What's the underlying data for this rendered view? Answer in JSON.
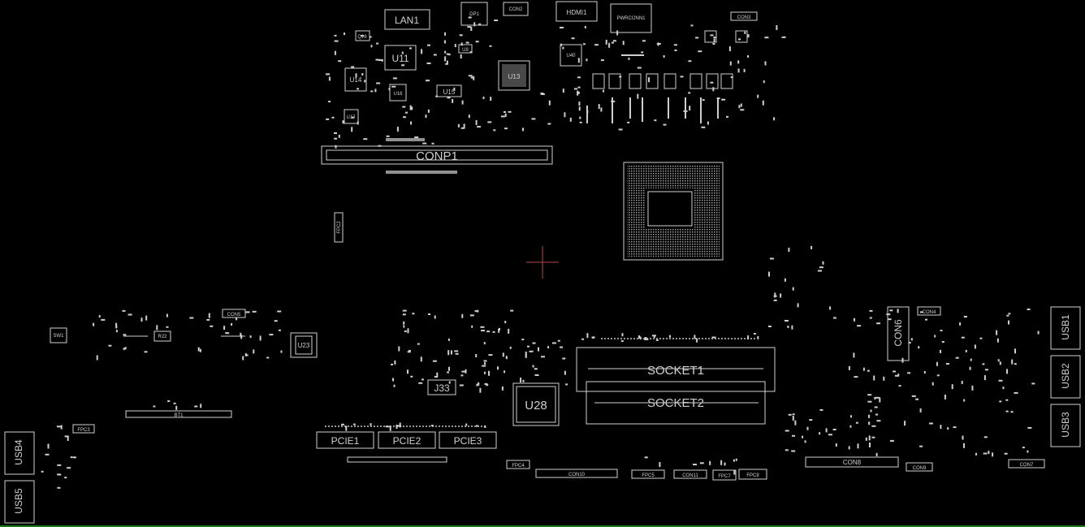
{
  "components": {
    "lan1": "LAN1",
    "dp1": "DP1",
    "con2": "CON2",
    "hdmi1": "HDMI1",
    "pwrconn1": "PWRCONN1",
    "con3": "CON3",
    "u11": "U11",
    "u14": "U14",
    "u16": "U16",
    "u15": "U15",
    "u13": "U13",
    "u40": "U40",
    "u17": "U17",
    "q16": "Q16",
    "u8": "U8",
    "conp1": "CONP1",
    "fpc2": "FPC2",
    "con6": "CON6",
    "con5": "CON5",
    "con4": "CON4",
    "sw1": "SW1",
    "r22": "R22",
    "u23": "U23",
    "j33": "J33",
    "u28": "U28",
    "socket1": "SOCKET1",
    "socket2": "SOCKET2",
    "pcie1": "PCIE1",
    "pcie2": "PCIE2",
    "pcie3": "PCIE3",
    "fpc3": "FPC3",
    "fpc4": "FPC4",
    "fpc5": "FPC5",
    "fpc7": "FPC7",
    "fpc8": "FPC8",
    "con10": "CON10",
    "con11": "CON11",
    "con8": "CON8",
    "con9": "CON9",
    "con7": "CON7",
    "bt1": "BT1",
    "usb1": "USB1",
    "usb2": "USB2",
    "usb3": "USB3",
    "usb4": "USB4",
    "usb5": "USB5"
  },
  "colors": {
    "background": "#000000",
    "outline": "#d0d0d0",
    "cursor": "#b04a4a",
    "frame": "#1f7a1f"
  }
}
